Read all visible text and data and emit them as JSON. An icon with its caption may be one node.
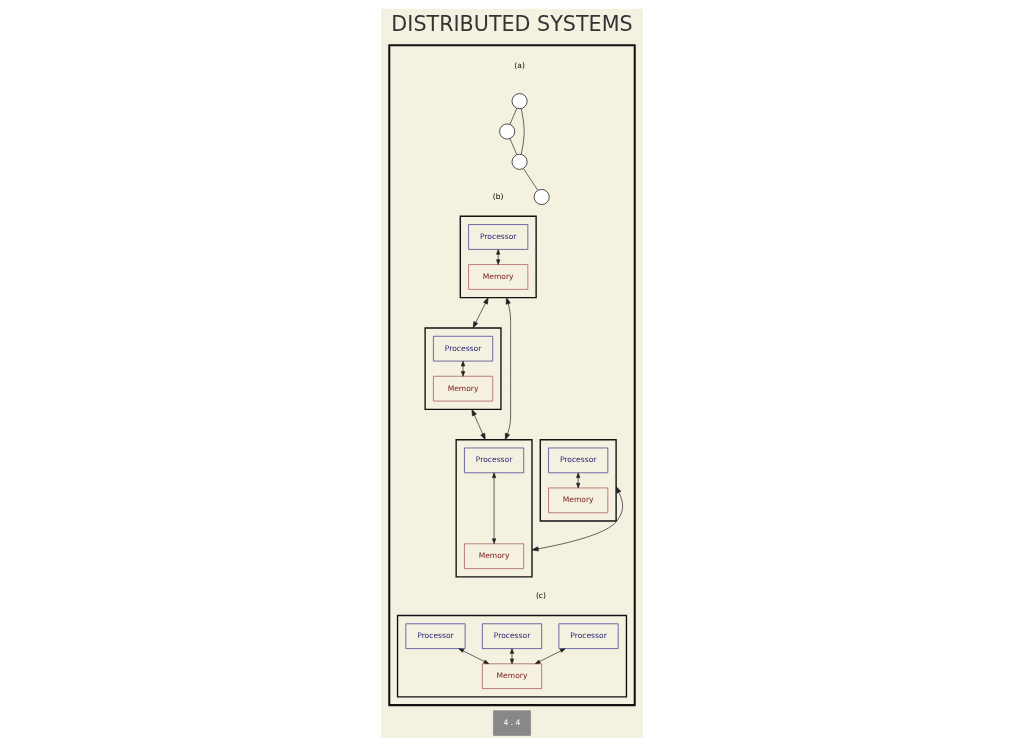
{
  "diagram": {
    "title": "DISTRIBUTED SYSTEMS",
    "nodes": [
      {
        "text": [],
        "shape": "box"
      },
      {
        "text": [],
        "shape": "circle",
        "in": 0
      },
      {
        "text": [],
        "shape": "circle",
        "in": 0
      },
      {
        "text": [],
        "shape": "circle",
        "in": 0
      },
      {
        "text": [],
        "shape": "circle",
        "in": 0
      },
      {
        "text": [],
        "shape": "box",
        "in": 0
      },
      {
        "text": [
          "Processor"
        ],
        "in": 5
      },
      {
        "text": [
          "Memory"
        ],
        "in": 5
      },
      {
        "text": [],
        "shape": "box",
        "in": 0
      },
      {
        "text": [
          "Processor"
        ],
        "in": 8
      },
      {
        "text": [
          "Memory"
        ],
        "in": 8
      },
      {
        "text": [],
        "shape": "box",
        "in": 0
      },
      {
        "text": [
          "Processor"
        ],
        "in": 11
      },
      {
        "text": [
          "Memory"
        ],
        "in": 11
      },
      {
        "text": [],
        "shape": "box",
        "in": 0
      },
      {
        "text": [
          "Processor"
        ],
        "in": 14
      },
      {
        "text": [
          "Memory"
        ],
        "in": 14
      },
      {
        "text": [],
        "shape": "box",
        "in": 0
      },
      {
        "text": [
          "Processor"
        ],
        "in": 17
      },
      {
        "text": [
          "Processor"
        ],
        "in": 17
      },
      {
        "text": [
          "Processor"
        ],
        "in": 17
      },
      {
        "text": [
          "Memory"
        ],
        "in": 17
      }
    ],
    "edges": [
      {
        "from": 1,
        "to": 2,
        "arrow": "none"
      },
      {
        "from": 1,
        "to": 3,
        "arrow": "none"
      },
      {
        "from": 2,
        "to": 3,
        "arrow": "none"
      },
      {
        "from": 3,
        "to": 4,
        "arrow": "none"
      },
      {
        "from": 6,
        "to": 7,
        "arrow": "both"
      },
      {
        "from": 5,
        "to": 8,
        "arrow": "both"
      },
      {
        "from": 5,
        "to": 14,
        "arrow": "both"
      },
      {
        "from": 9,
        "to": 10,
        "arrow": "both"
      },
      {
        "from": 8,
        "to": 14,
        "arrow": "both"
      },
      {
        "from": 12,
        "to": 13,
        "arrow": "both"
      },
      {
        "from": 14,
        "to": 11,
        "arrow": "both"
      },
      {
        "from": 15,
        "to": 16,
        "arrow": "both"
      },
      {
        "from": 18,
        "to": 21,
        "arrow": "both"
      },
      {
        "from": 19,
        "to": 21,
        "arrow": "both"
      },
      {
        "from": 20,
        "to": 21,
        "arrow": "both"
      }
    ],
    "labels": [
      "(a)",
      "(b)",
      "(c)",
      "4 . 4"
    ]
  }
}
